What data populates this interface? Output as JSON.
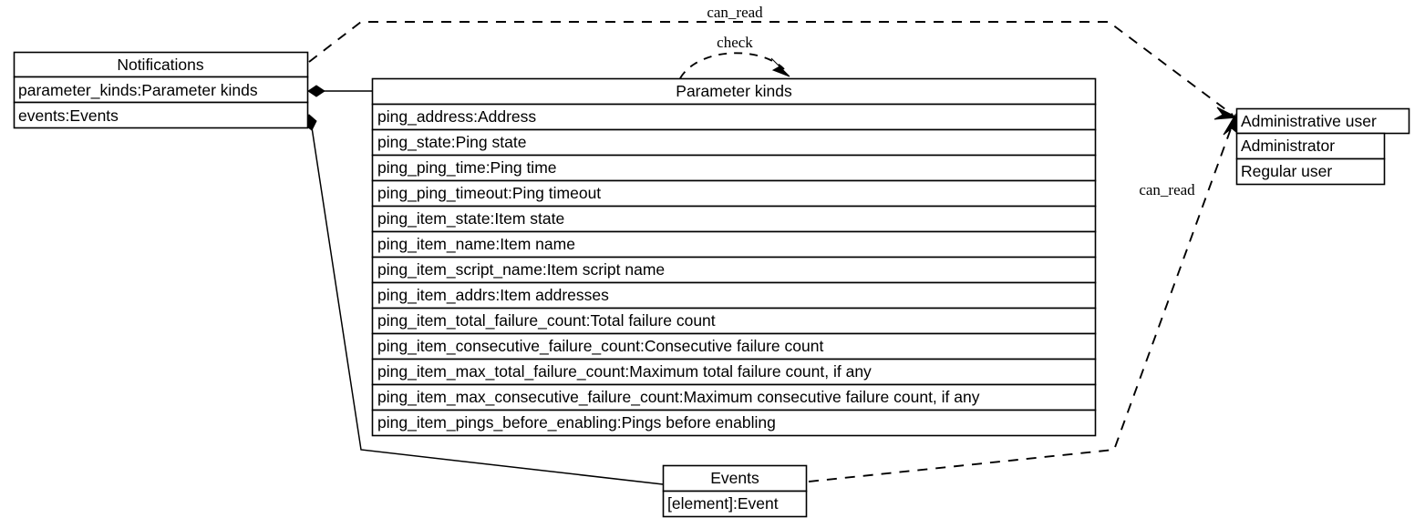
{
  "diagram": {
    "kind": "uml-class-diagram",
    "background": "#ffffff",
    "line_color": "#000000"
  },
  "classes": {
    "notifications": {
      "title": "Notifications",
      "attributes": [
        "parameter_kinds:Parameter kinds",
        "events:Events"
      ]
    },
    "parameter_kinds": {
      "title": "Parameter kinds",
      "attributes": [
        "ping_address:Address",
        "ping_state:Ping state",
        "ping_ping_time:Ping time",
        "ping_ping_timeout:Ping timeout",
        "ping_item_state:Item state",
        "ping_item_name:Item name",
        "ping_item_script_name:Item script name",
        "ping_item_addrs:Item addresses",
        "ping_item_total_failure_count:Total failure count",
        "ping_item_consecutive_failure_count:Consecutive failure count",
        "ping_item_max_total_failure_count:Maximum total failure count, if any",
        "ping_item_max_consecutive_failure_count:Maximum consecutive failure count, if any",
        "ping_item_pings_before_enabling:Pings before enabling"
      ]
    },
    "administrative_user": {
      "title": "Administrative user",
      "attributes": [
        "Administrator",
        "Regular user"
      ]
    },
    "events": {
      "title": "Events",
      "attributes": [
        "[element]:Event"
      ]
    }
  },
  "edges": {
    "notifications_can_read_admin": {
      "label": "can_read",
      "style": "dashed",
      "arrow": "open"
    },
    "parameter_kinds_check": {
      "label": "check",
      "style": "dashed",
      "arrow": "open"
    },
    "events_can_read_admin": {
      "label": "can_read",
      "style": "dashed",
      "arrow": "open"
    },
    "notifications_owns_parameter_kinds": {
      "label": "",
      "style": "solid",
      "arrow": "composition-diamond"
    },
    "notifications_owns_events": {
      "label": "",
      "style": "solid",
      "arrow": "composition-diamond"
    }
  }
}
